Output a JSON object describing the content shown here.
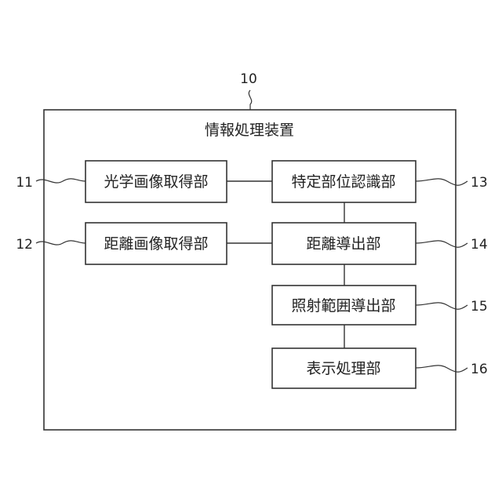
{
  "diagram": {
    "device_number": "10",
    "device_title": "情報処理装置",
    "blocks": [
      {
        "id": "optical-image-acquisition",
        "label": "光学画像取得部",
        "ref": "11"
      },
      {
        "id": "distance-image-acquisition",
        "label": "距離画像取得部",
        "ref": "12"
      },
      {
        "id": "specific-part-recognition",
        "label": "特定部位認識部",
        "ref": "13"
      },
      {
        "id": "distance-derivation",
        "label": "距離導出部",
        "ref": "14"
      },
      {
        "id": "irradiation-range-derivation",
        "label": "照射範囲導出部",
        "ref": "15"
      },
      {
        "id": "display-processing",
        "label": "表示処理部",
        "ref": "16"
      }
    ]
  }
}
